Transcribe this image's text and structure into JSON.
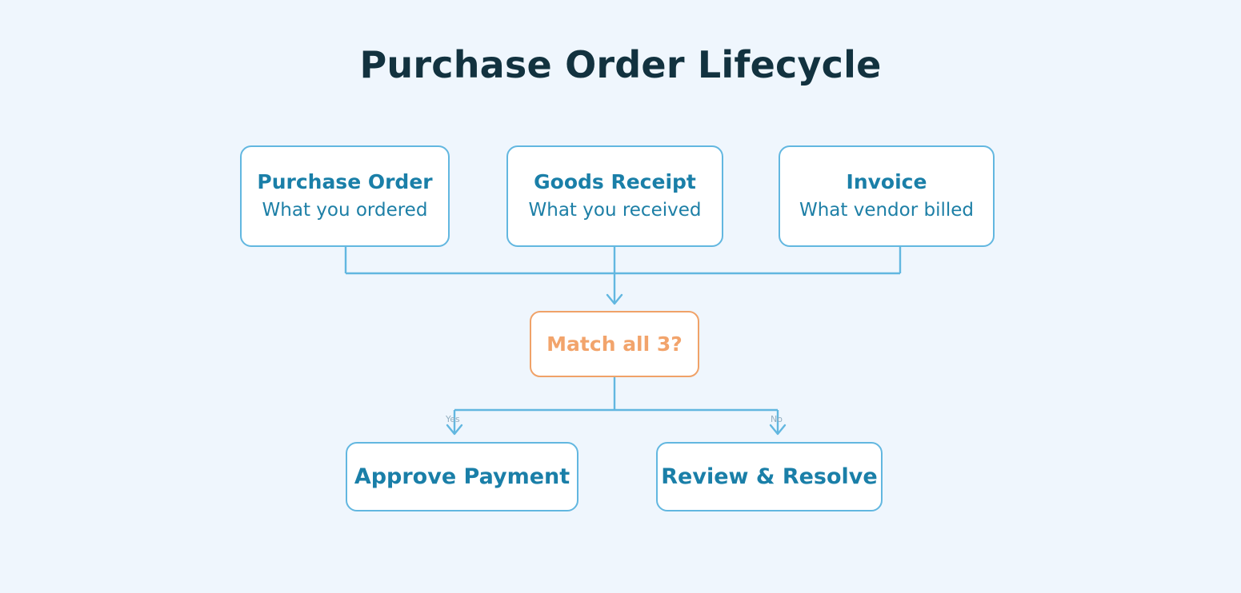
{
  "diagram": {
    "title": "Purchase Order Lifecycle",
    "background_color": "#eff6fd",
    "type": "flowchart",
    "nodes": [
      {
        "id": "purchase-order",
        "title": "Purchase Order",
        "subtitle": "What you ordered",
        "role": "source",
        "border_color": "#62b7e0",
        "text_color": "#1a7fa8",
        "fill_color": "#ffffff"
      },
      {
        "id": "goods-receipt",
        "title": "Goods Receipt",
        "subtitle": "What you received",
        "role": "source",
        "border_color": "#62b7e0",
        "text_color": "#1a7fa8",
        "fill_color": "#ffffff"
      },
      {
        "id": "invoice",
        "title": "Invoice",
        "subtitle": "What vendor billed",
        "role": "source",
        "border_color": "#62b7e0",
        "text_color": "#1a7fa8",
        "fill_color": "#ffffff"
      },
      {
        "id": "match",
        "title": "Match all 3?",
        "subtitle": "",
        "role": "decision",
        "border_color": "#f0a268",
        "text_color": "#f2a46c",
        "fill_color": "#ffffff"
      },
      {
        "id": "approve",
        "title": "Approve Payment",
        "subtitle": "",
        "role": "outcome",
        "border_color": "#62b7e0",
        "text_color": "#1a7fa8",
        "fill_color": "#ffffff"
      },
      {
        "id": "review",
        "title": "Review & Resolve",
        "subtitle": "",
        "role": "outcome",
        "border_color": "#62b7e0",
        "text_color": "#1a7fa8",
        "fill_color": "#ffffff"
      }
    ],
    "edges": [
      {
        "from": "purchase-order",
        "to": "match",
        "label": ""
      },
      {
        "from": "goods-receipt",
        "to": "match",
        "label": ""
      },
      {
        "from": "invoice",
        "to": "match",
        "label": ""
      },
      {
        "from": "match",
        "to": "approve",
        "label": "Yes"
      },
      {
        "from": "match",
        "to": "review",
        "label": "No"
      }
    ],
    "edge_labels": {
      "yes": "Yes",
      "no": "No"
    },
    "connector_color": "#62b7e0",
    "label_color": "#93aec0"
  }
}
